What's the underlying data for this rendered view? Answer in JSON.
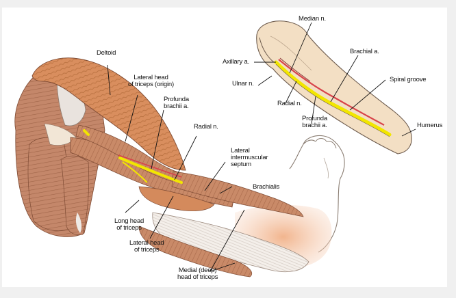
{
  "figure": {
    "title": "Arm anatomy: lateral view of triceps and radial nerve course with humerus inset",
    "colors": {
      "background": "#f0f0f0",
      "canvas": "#ffffff",
      "muscle": "#c98a68",
      "muscle_dark": "#a8694a",
      "deltoid": "#d98e5e",
      "tendon": "#f3ebe4",
      "bone": "#f3dfc4",
      "nerve": "#f2e600",
      "artery": "#d8434a",
      "skin_outline": "#8a7d72",
      "leader": "#111111"
    }
  },
  "arm_labels": {
    "deltoid": "Deltoid",
    "lateral_head_origin": [
      "Lateral head",
      "of triceps (origin)"
    ],
    "profunda_brachii": [
      "Profunda",
      "brachii a."
    ],
    "radial_nerve": "Radial n.",
    "lateral_intermuscular_septum": [
      "Lateral",
      "intermuscular",
      "septum"
    ],
    "brachialis": "Brachialis",
    "long_head": [
      "Long head",
      "of triceps"
    ],
    "lateral_head": [
      "Lateral head",
      "of triceps"
    ],
    "medial_head": [
      "Medial (deep)",
      "head of triceps"
    ]
  },
  "inset_labels": {
    "median_nerve": "Median n.",
    "axillary_artery": "Axillary a.",
    "ulnar_nerve": "Ulnar n.",
    "brachial_artery": "Brachial a.",
    "spiral_groove": "Spiral groove",
    "radial_nerve": "Radial n.",
    "profunda_brachii": [
      "Profunda",
      "brachii a."
    ],
    "humerus": "Humerus"
  }
}
